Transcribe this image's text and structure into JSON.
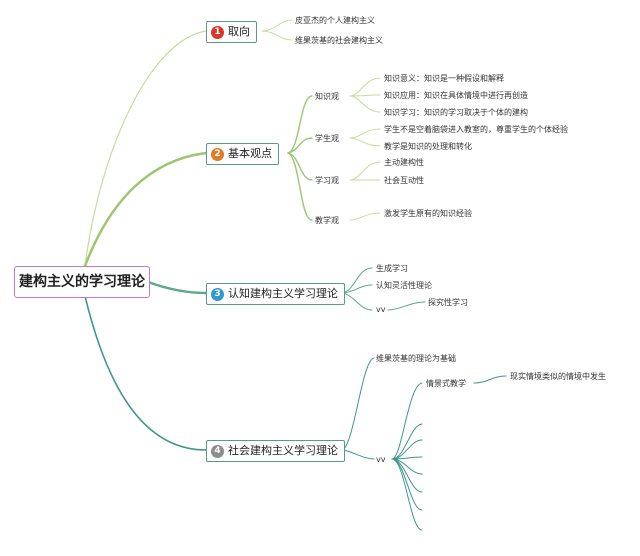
{
  "root": {
    "label": "建构主义的学习理论"
  },
  "branches": [
    {
      "num": "1",
      "color": "#d9372a",
      "label": "取向",
      "items": [
        "皮亚杰的个人建构主义",
        "维果茨基的社会建构主义"
      ]
    },
    {
      "num": "2",
      "color": "#e07b28",
      "label": "基本观点",
      "groups": [
        {
          "label": "知识观",
          "items": [
            "知识意义：知识是一种假设和解释",
            "知识应用：知识在具体情境中进行再创造",
            "知识学习：知识的学习取决于个体的建构"
          ]
        },
        {
          "label": "学生观",
          "items": [
            "学生不是空着脑袋进入教室的，尊重学生的个体经验",
            "教学是知识的处理和转化"
          ]
        },
        {
          "label": "学习观",
          "items": [
            "主动建构性",
            "社会互动性"
          ]
        },
        {
          "label": "教学观",
          "items": [
            "激发学生原有的知识经验"
          ]
        }
      ]
    },
    {
      "num": "3",
      "color": "#2e9ad0",
      "label": "认知建构主义学习理论",
      "items": [
        "生成学习",
        "认知灵活性理论",
        "vv"
      ],
      "sub": "探究性学习"
    },
    {
      "num": "4",
      "color": "#8c8c8c",
      "label": "社会建构主义学习理论",
      "items": [
        "维果茨基的理论为基础",
        "vv"
      ],
      "sub": "情景式教学",
      "subsub": "现实情境类似的情境中发生"
    }
  ]
}
